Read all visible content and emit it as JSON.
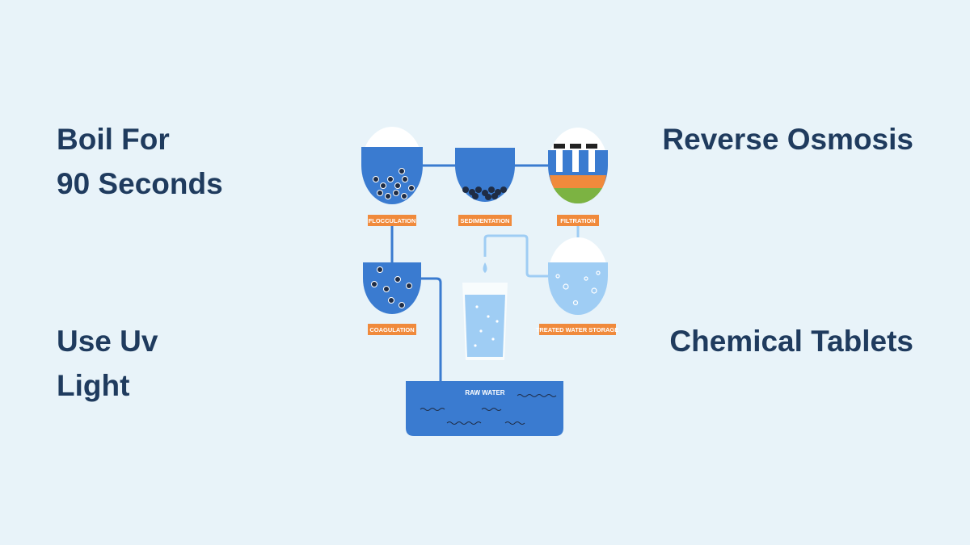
{
  "methods": {
    "boil": {
      "line1": "Boil For",
      "line2": "90 Seconds"
    },
    "uv": {
      "line1": "Use Uv",
      "line2": "Light"
    },
    "reverse_osmosis": "Reverse Osmosis",
    "chemical_tablets": "Chemical Tablets"
  },
  "diagram": {
    "stages": {
      "flocculation": "FLOCCULATION",
      "sedimentation": "SEDIMENTATION",
      "filtration": "FILTRATION",
      "coagulation": "COAGULATION",
      "treated_storage": "TREATED WATER STORAGE",
      "raw_water": "RAW WATER"
    }
  },
  "colors": {
    "background": "#e8f3f9",
    "heading": "#1f3b5e",
    "water_blue": "#3a7bd0",
    "label_orange": "#f08a3c",
    "treated_blue": "#9fcdf4"
  }
}
